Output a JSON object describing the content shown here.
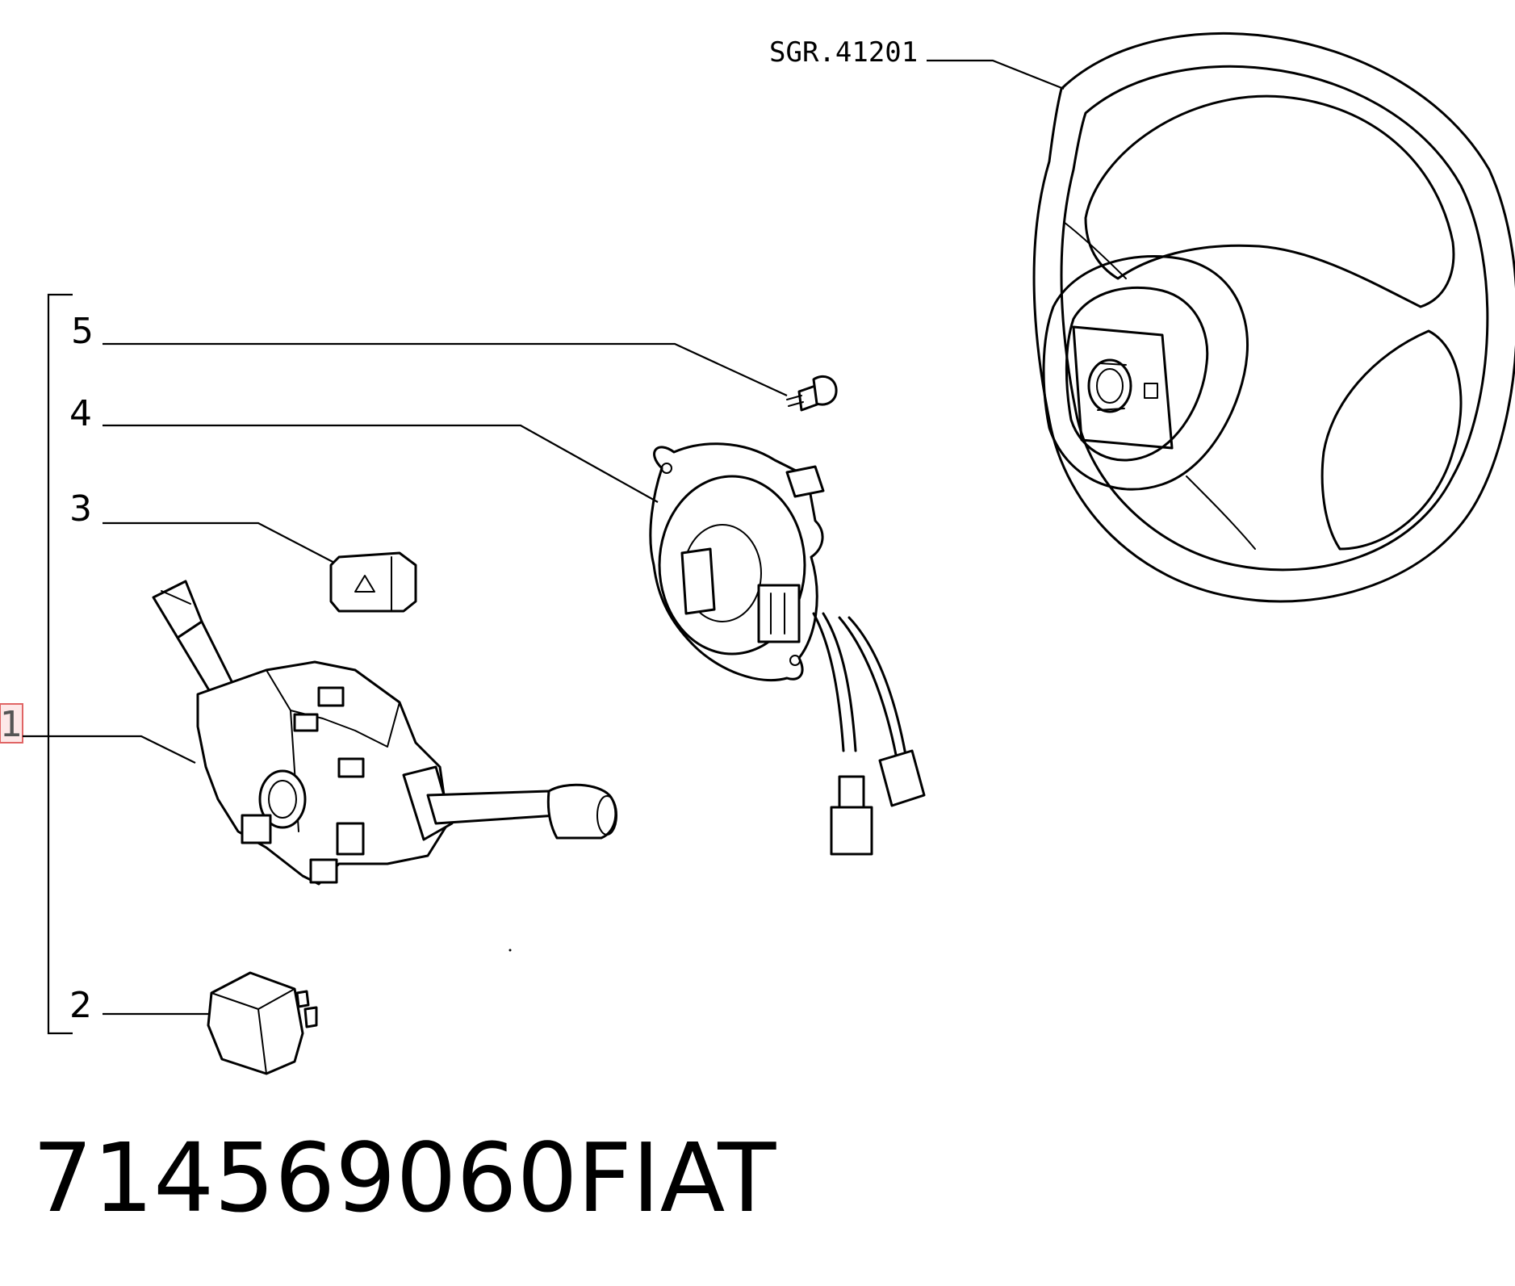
{
  "reference_label": "SGR.41201",
  "callouts": [
    {
      "number": "1"
    },
    {
      "number": "2"
    },
    {
      "number": "3"
    },
    {
      "number": "4"
    },
    {
      "number": "5"
    }
  ],
  "part_number": "714569060",
  "brand": "FIAT",
  "highlight_color": "#e06464"
}
